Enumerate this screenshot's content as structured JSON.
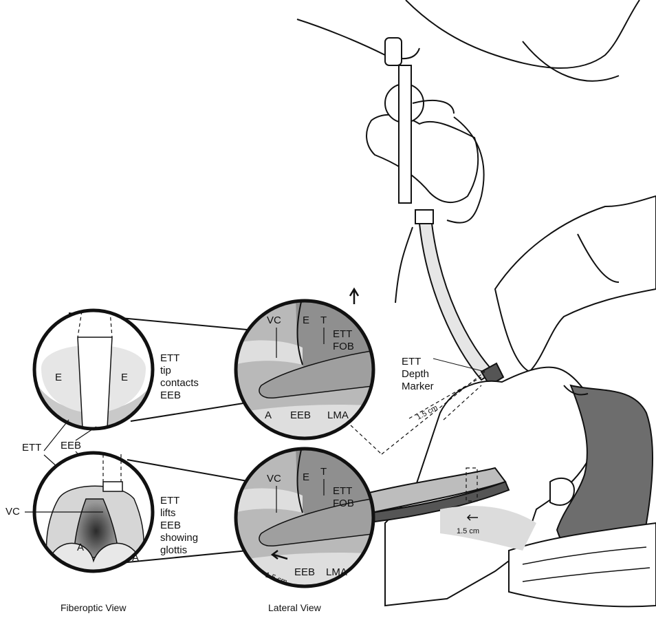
{
  "colors": {
    "ink": "#111111",
    "tissue_dark": "#8f8f8f",
    "tissue_mid": "#b9b9b9",
    "tissue_light": "#dedede",
    "skin": "#ffffff",
    "hair": "#6d6d6d"
  },
  "fiberoptic": {
    "top": {
      "e_left": "E",
      "e_right": "E",
      "caption": [
        "ETT",
        "tip",
        "contacts",
        "EEB"
      ]
    },
    "ett": "ETT",
    "eeb": "EEB",
    "bottom": {
      "vc": "VC",
      "a_left": "A",
      "a_right": "A",
      "caption": [
        "ETT",
        "lifts",
        "EEB",
        "showing",
        "glottis"
      ]
    },
    "title": "Fiberoptic View"
  },
  "lateral": {
    "top": {
      "vc": "VC",
      "e": "E",
      "t": "T",
      "ett_fob": [
        "ETT",
        "FOB"
      ],
      "a": "A",
      "eeb": "EEB",
      "lma": "LMA"
    },
    "bottom": {
      "vc": "VC",
      "e": "E",
      "t": "T",
      "ett_fob": [
        "ETT",
        "FOB"
      ],
      "eeb": "EEB",
      "lma": "LMA",
      "dist": "1.5 cm"
    },
    "title": "Lateral View"
  },
  "patient": {
    "depth_marker": [
      "ETT",
      "Depth",
      "Marker"
    ],
    "dist_upper": "1.5 cm",
    "dist_neck": "1.5 cm"
  },
  "icons": [
    "up-arrow-icon",
    "left-arrow-icon"
  ]
}
